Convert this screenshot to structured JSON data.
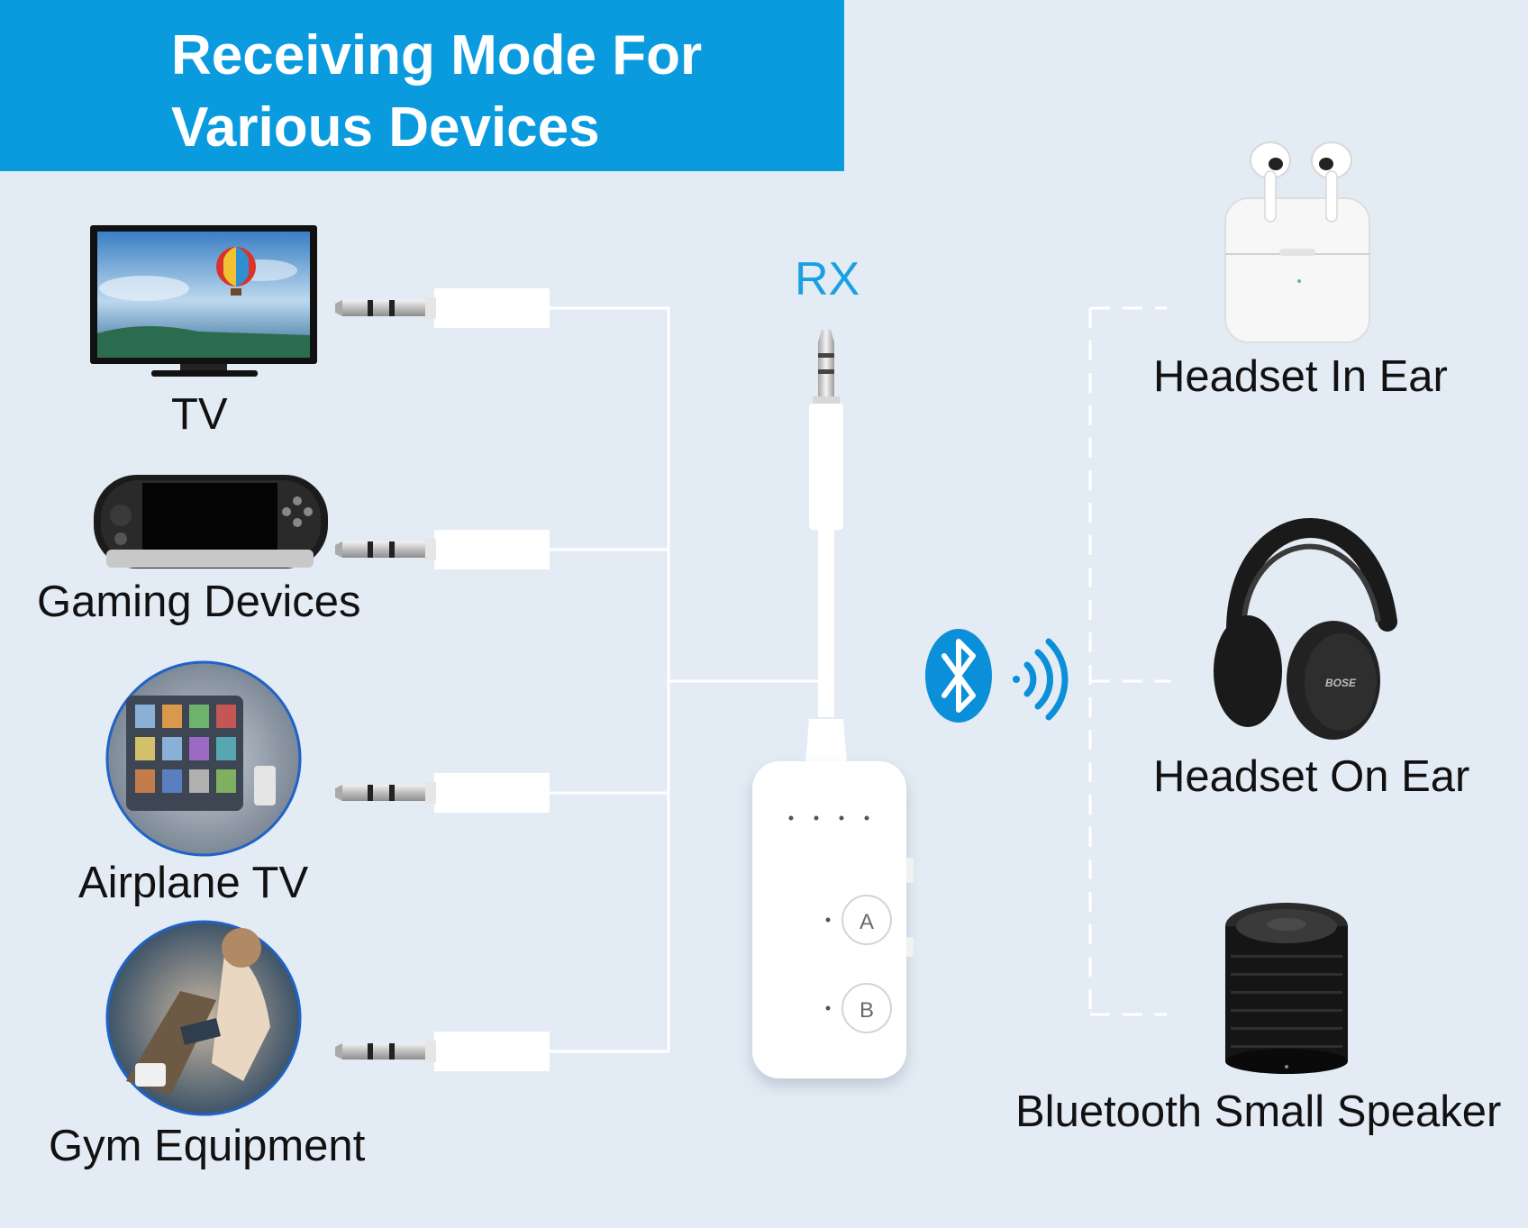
{
  "banner": {
    "title_line1": "Receiving Mode For",
    "title_line2": "Various Devices",
    "color": "#0a9bdf"
  },
  "rx_label": "RX",
  "sources": [
    {
      "label": "TV",
      "icon": "tv-icon"
    },
    {
      "label": "Gaming Devices",
      "icon": "handheld-console-icon"
    },
    {
      "label": "Airplane TV",
      "icon": "airplane-screen-icon"
    },
    {
      "label": "Gym Equipment",
      "icon": "gym-equipment-icon"
    }
  ],
  "receivers": [
    {
      "label": "Headset In Ear",
      "icon": "earbuds-icon"
    },
    {
      "label": "Headset On Ear",
      "icon": "over-ear-headphones-icon"
    },
    {
      "label": "Bluetooth Small Speaker",
      "icon": "speaker-icon"
    }
  ],
  "device": {
    "button_a": "A",
    "button_b": "B",
    "icons": [
      "bluetooth-icon",
      "signal-waves-icon",
      "aux-plug-icon"
    ]
  },
  "colors": {
    "background": "#e3ebf4",
    "accent": "#1aa0e0",
    "bluetooth": "#0a8fd8"
  }
}
